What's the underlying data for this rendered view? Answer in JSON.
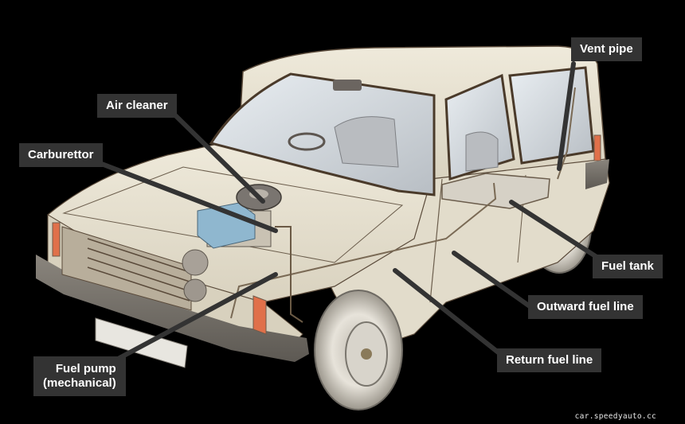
{
  "diagram": {
    "subject": "Car fuel system cutaway illustration",
    "background_color": "#000000",
    "label_bg_color": "#333333",
    "label_text_color": "#ffffff",
    "leader_line_color": "#333333",
    "car_body_color": "#e6e0cf",
    "carburettor_color": "#8fb7cf",
    "indicator_color": "#e0704a"
  },
  "labels": {
    "vent_pipe": "Vent pipe",
    "air_cleaner": "Air cleaner",
    "carburettor": "Carburettor",
    "fuel_tank": "Fuel tank",
    "outward_fuel_line": "Outward fuel line",
    "return_fuel_line": "Return fuel line",
    "fuel_pump_line1": "Fuel pump",
    "fuel_pump_line2": "(mechanical)"
  },
  "watermark": "car.speedyauto.cc"
}
